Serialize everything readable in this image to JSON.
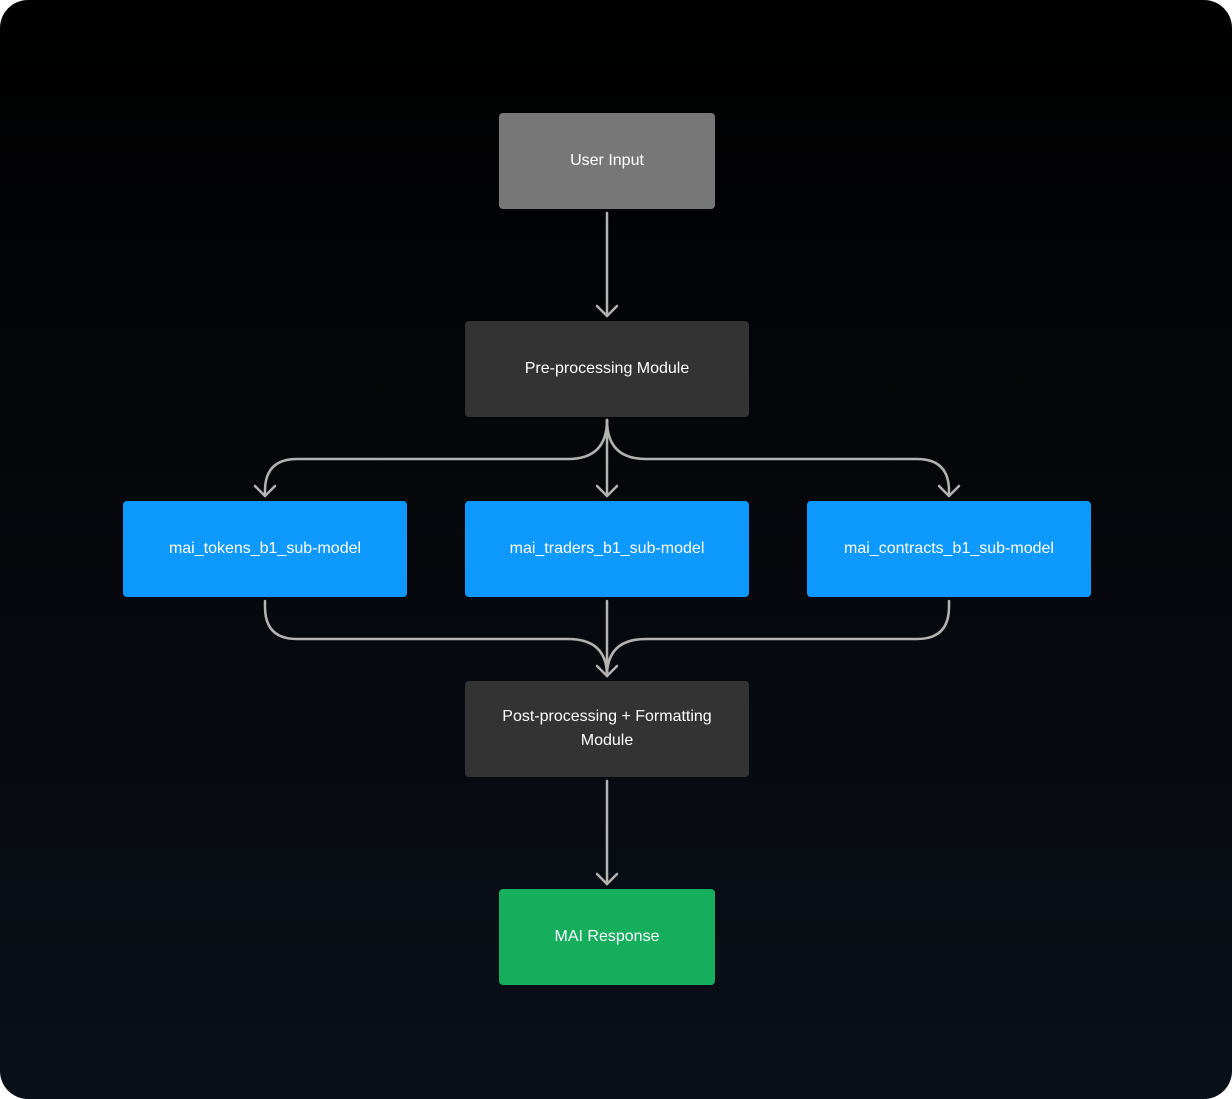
{
  "diagram": {
    "nodes": {
      "user_input": "User Input",
      "preprocessing": "Pre-processing Module",
      "tokens_model": "mai_tokens_b1_sub-model",
      "traders_model": "mai_traders_b1_sub-model",
      "contracts_model": "mai_contracts_b1_sub-model",
      "postprocessing": "Post-processing + Formatting Module",
      "response": "MAI Response"
    },
    "edges": [
      {
        "from": "user_input",
        "to": "preprocessing"
      },
      {
        "from": "preprocessing",
        "to": "tokens_model"
      },
      {
        "from": "preprocessing",
        "to": "traders_model"
      },
      {
        "from": "preprocessing",
        "to": "contracts_model"
      },
      {
        "from": "tokens_model",
        "to": "postprocessing"
      },
      {
        "from": "traders_model",
        "to": "postprocessing"
      },
      {
        "from": "contracts_model",
        "to": "postprocessing"
      },
      {
        "from": "postprocessing",
        "to": "response"
      }
    ],
    "colors": {
      "input": "#777777",
      "module": "#333333",
      "sub_model": "#0d99ff",
      "response": "#14ae5c",
      "connector": "#b3b3b3"
    }
  }
}
